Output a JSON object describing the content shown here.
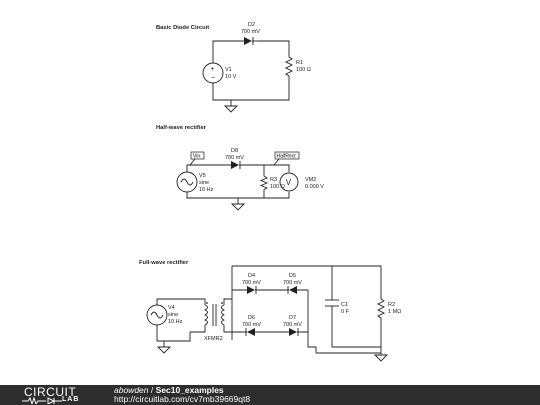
{
  "circuit1": {
    "title": "Basic Diode Circuit",
    "d2": {
      "name": "D2",
      "value": "700 mV"
    },
    "r1": {
      "name": "R1",
      "value": "100 Ω"
    },
    "v1": {
      "name": "V1",
      "value": "10 V"
    }
  },
  "circuit2": {
    "title": "Half-wave rectifier",
    "d8": {
      "name": "D8",
      "value": "700 mV"
    },
    "r3": {
      "name": "R3",
      "value": "100 Ω"
    },
    "v5": {
      "name": "V5",
      "type": "sine",
      "freq": "10 Hz"
    },
    "vm2": {
      "name": "VM2",
      "value": "0.000 V"
    },
    "probe_vin": "Vin",
    "probe_halfrect": "HalfRect"
  },
  "circuit3": {
    "title": "Full-wave rectifier",
    "d4": {
      "name": "D4",
      "value": "700 mV"
    },
    "d5": {
      "name": "D5",
      "value": "700 mV"
    },
    "d6": {
      "name": "D6",
      "value": "700 mV"
    },
    "d7": {
      "name": "D7",
      "value": "700 mV"
    },
    "v4": {
      "name": "V4",
      "type": "sine",
      "freq": "10 Hz"
    },
    "c1": {
      "name": "C1",
      "value": "0 F"
    },
    "r2": {
      "name": "R2",
      "value": "1 MΩ"
    },
    "xfmr": "XFMR2"
  },
  "footer": {
    "logo_top": "CIRCUIT",
    "logo_bottom": "LAB",
    "author": "abowden",
    "separator": " / ",
    "project": "Sec10_examples",
    "url": "http://circuitlab.com/cv7mb39669qt8"
  },
  "colors": {
    "footer_bg": "#2d2d2d",
    "wire": "#222222"
  }
}
